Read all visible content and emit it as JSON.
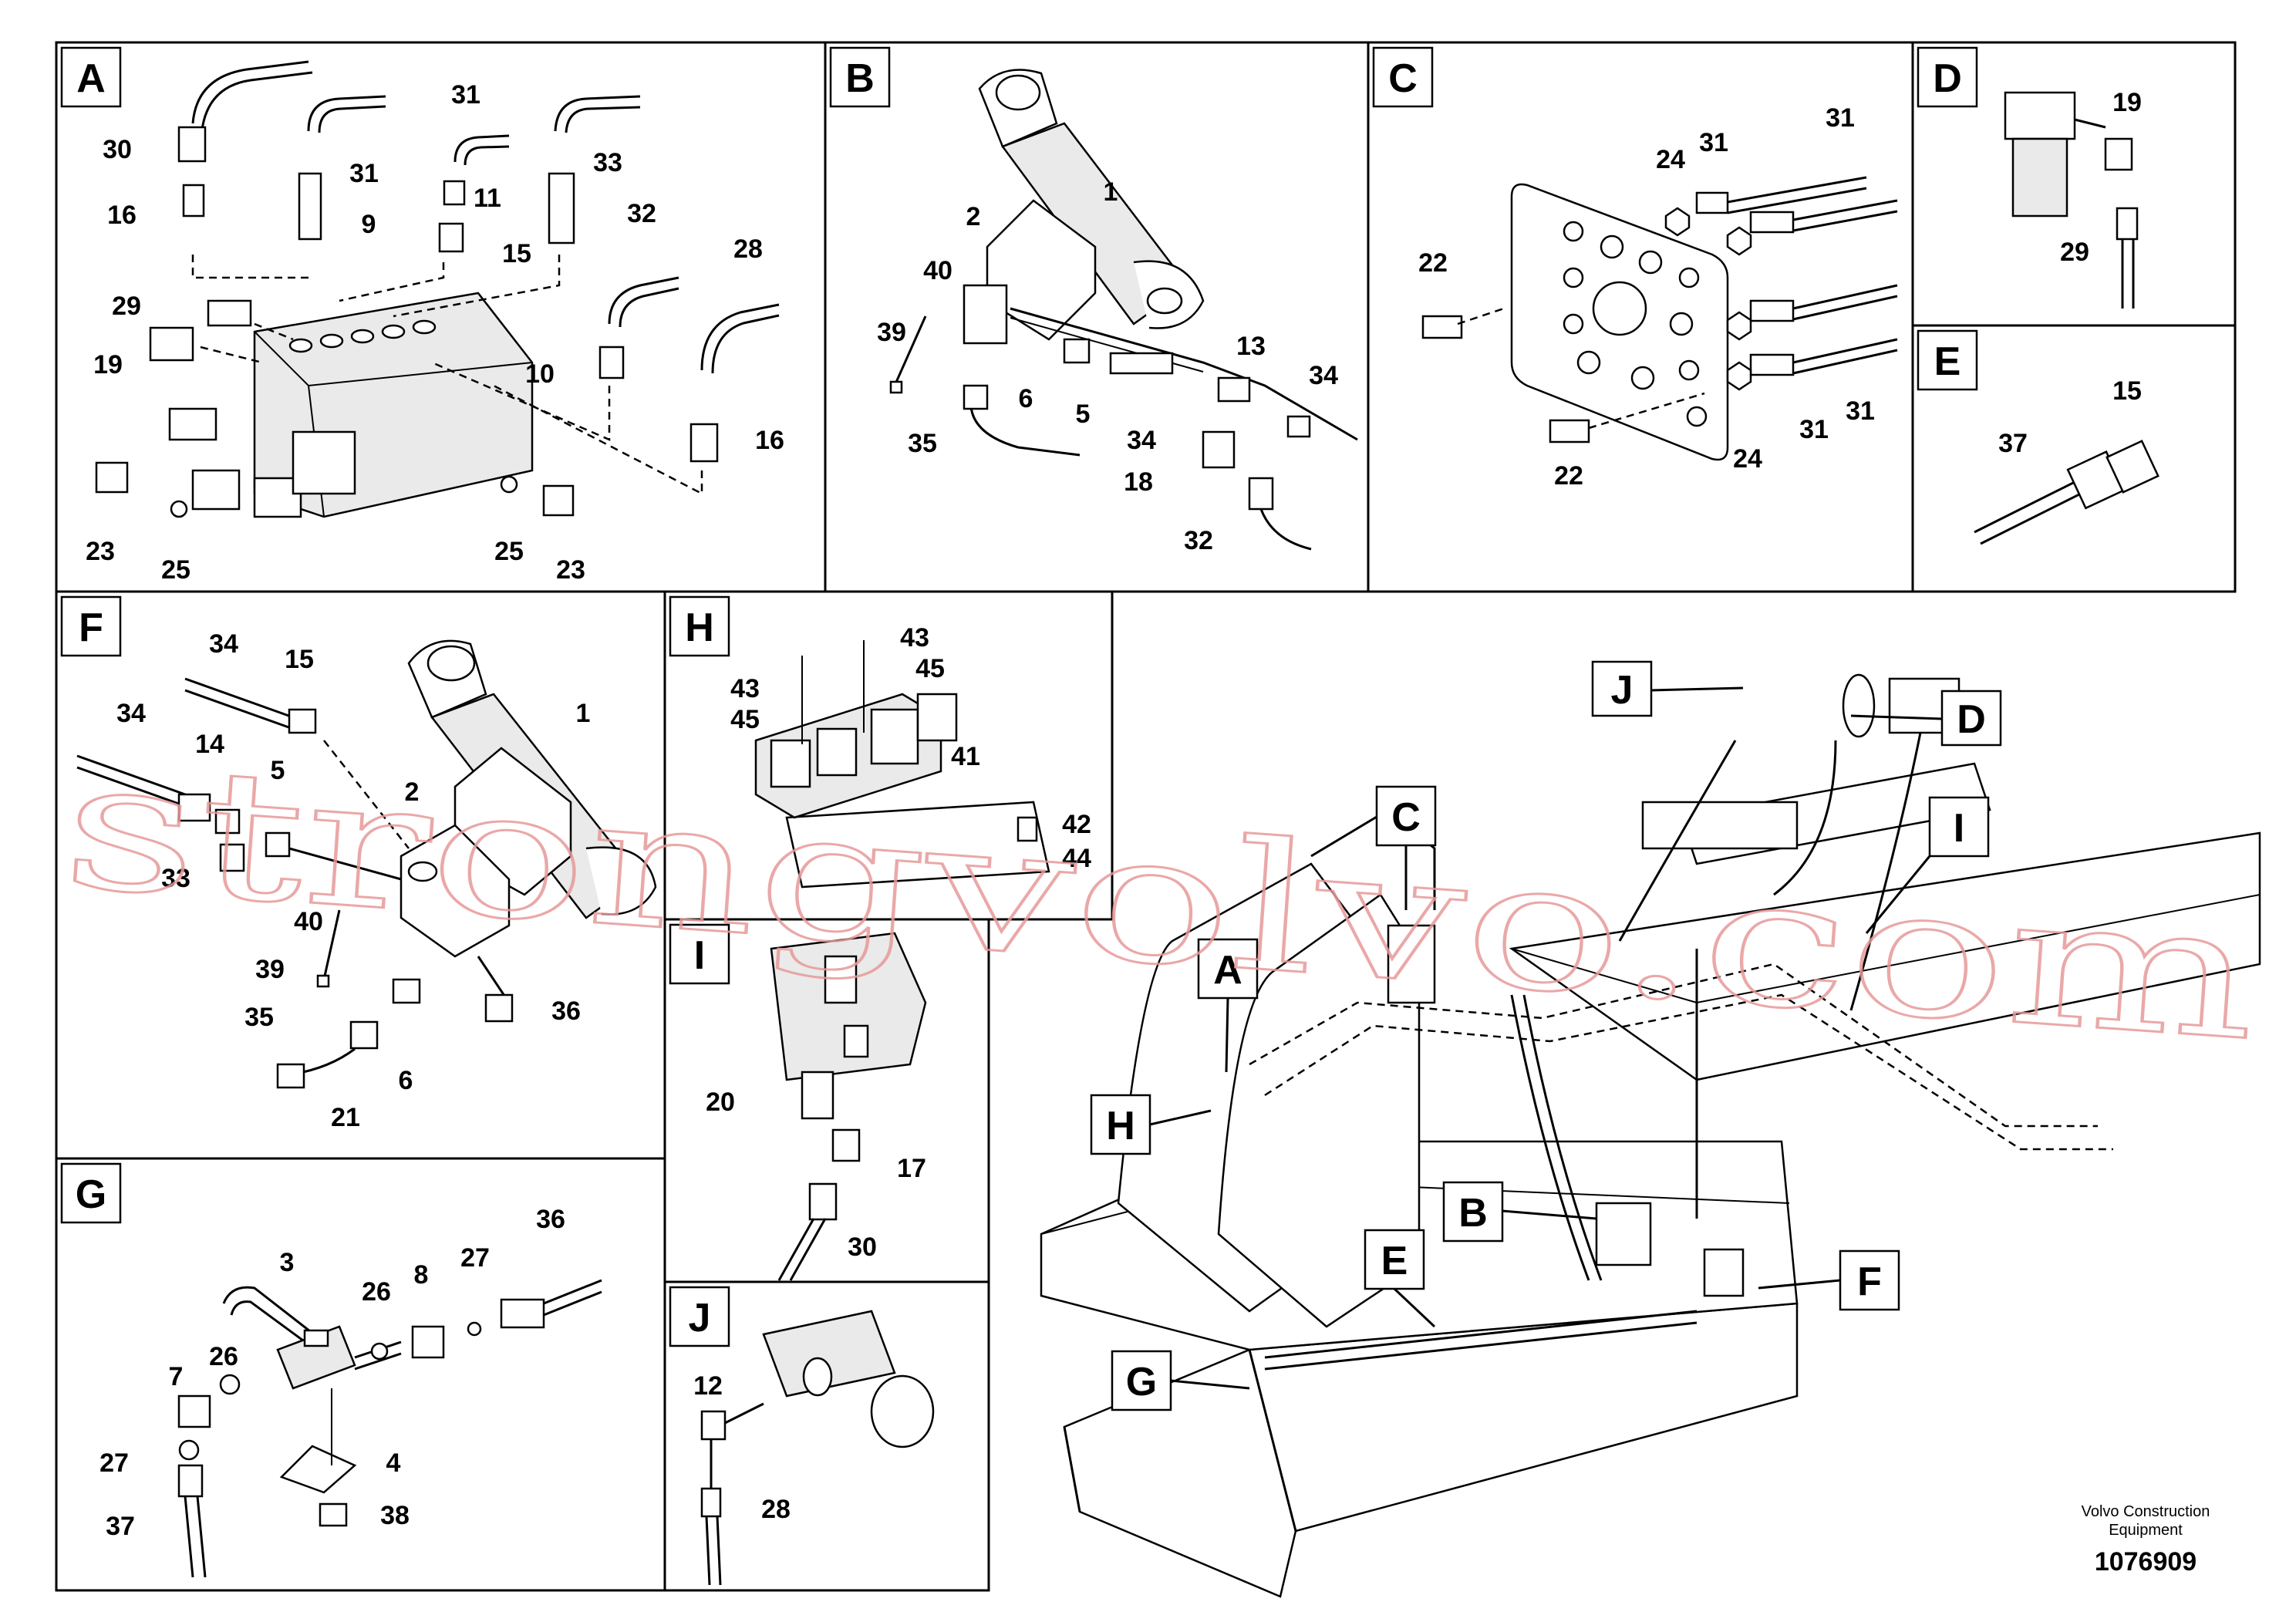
{
  "panels": {
    "A": {
      "label": "A",
      "callouts": [
        "30",
        "16",
        "31",
        "9",
        "31",
        "15",
        "11",
        "33",
        "32",
        "28",
        "29",
        "19",
        "10",
        "16",
        "23",
        "25",
        "25",
        "23"
      ]
    },
    "B": {
      "label": "B",
      "callouts": [
        "1",
        "2",
        "40",
        "39",
        "6",
        "5",
        "34",
        "13",
        "34",
        "35",
        "18",
        "32"
      ]
    },
    "C": {
      "label": "C",
      "callouts": [
        "31",
        "24",
        "31",
        "22",
        "22",
        "24",
        "31",
        "31"
      ]
    },
    "D": {
      "label": "D",
      "callouts": [
        "19",
        "29"
      ]
    },
    "E": {
      "label": "E",
      "callouts": [
        "15",
        "37"
      ]
    },
    "F": {
      "label": "F",
      "callouts": [
        "34",
        "15",
        "1",
        "34",
        "14",
        "5",
        "2",
        "33",
        "40",
        "39",
        "35",
        "6",
        "36",
        "21"
      ]
    },
    "G": {
      "label": "G",
      "callouts": [
        "3",
        "36",
        "26",
        "8",
        "27",
        "7",
        "26",
        "4",
        "27",
        "37",
        "38"
      ]
    },
    "H": {
      "label": "H",
      "callouts": [
        "43",
        "43",
        "45",
        "45",
        "41",
        "42",
        "44"
      ]
    },
    "I": {
      "label": "I",
      "callouts": [
        "20",
        "17",
        "30"
      ]
    },
    "J": {
      "label": "J",
      "callouts": [
        "12",
        "28"
      ]
    }
  },
  "overview": {
    "labels": [
      "J",
      "D",
      "C",
      "I",
      "A",
      "H",
      "B",
      "E",
      "F",
      "G"
    ]
  },
  "footer": {
    "company_line1": "Volvo Construction",
    "company_line2": "Equipment",
    "drawing_number": "1076909"
  },
  "watermark": "strongvolvo.com"
}
